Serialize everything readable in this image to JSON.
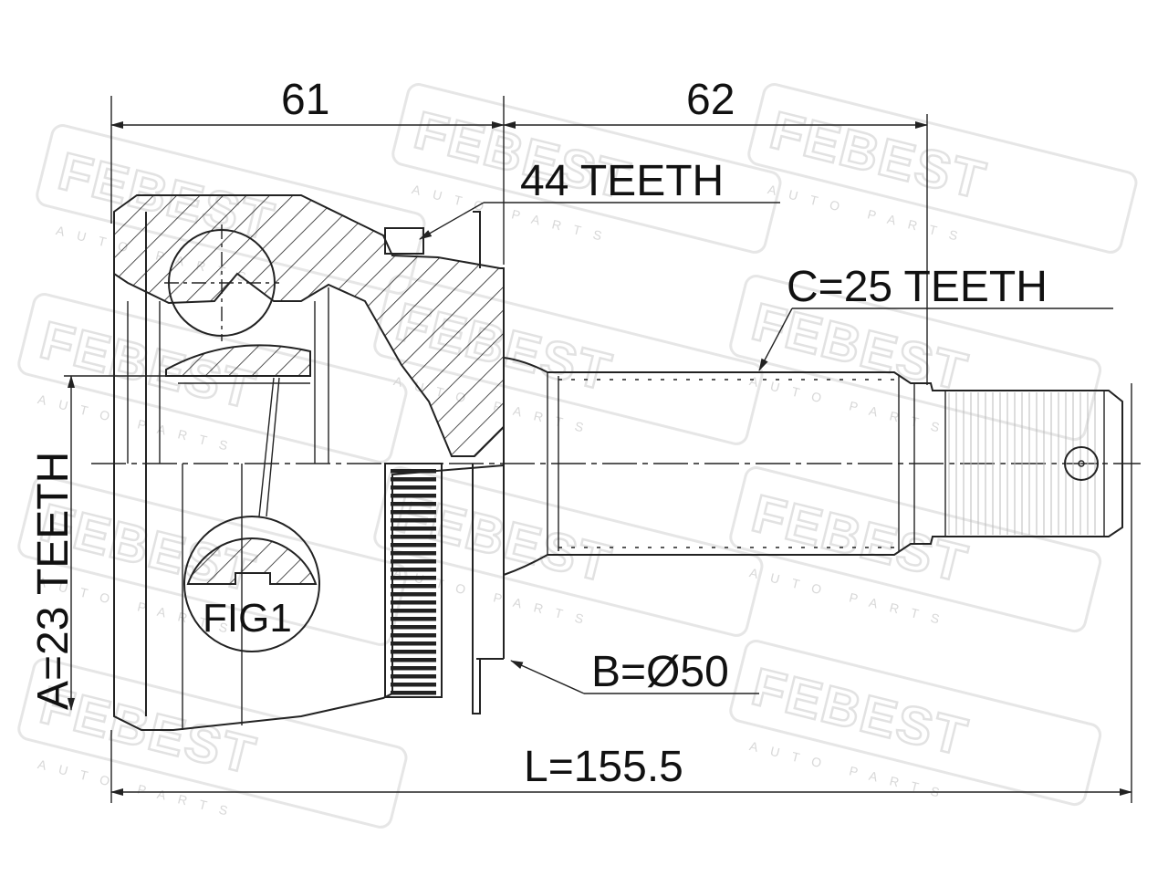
{
  "watermark": {
    "brand": "FEBEST",
    "tagline": "AUTO PARTS"
  },
  "dimensions": {
    "outer_section_length": "61",
    "shaft_section_length": "62",
    "abs_ring_teeth": "44 TEETH",
    "outer_spline": "C=25 TEETH",
    "inner_spline": "A=23 TEETH",
    "seal_diameter": "B=Ø50",
    "overall_length": "L=155.5"
  },
  "detail": {
    "label": "FIG1"
  },
  "colors": {
    "line": "#222222",
    "text": "#111111",
    "watermark": "#e6e6e6",
    "background": "#ffffff"
  }
}
